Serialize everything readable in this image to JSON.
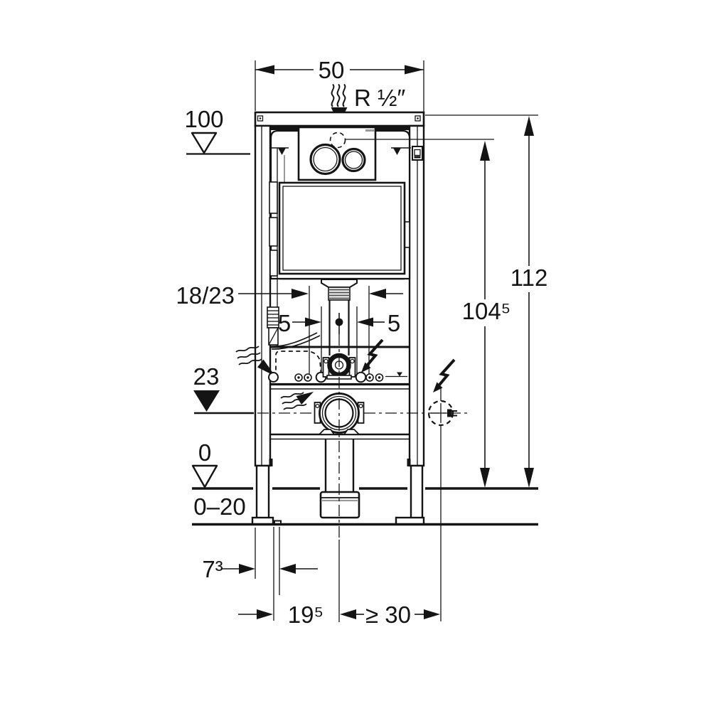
{
  "diagram": {
    "dimensions": {
      "frame_width": "50",
      "water_supply": "R ½″",
      "total_height": "112",
      "actuation_height": "104⁵",
      "flush_pipe_offset": "18/23",
      "offset_left": "5",
      "offset_right": "5",
      "frame_depth": "7³",
      "outlet_setback": "19⁵",
      "socket_clearance": "≥ 30"
    },
    "levels": {
      "actuator_plate": "100",
      "outlet_centre": "23",
      "finished_floor": "0",
      "floor_buildup": "0–20"
    },
    "colors": {
      "line": "#141414",
      "background": "#ffffff",
      "muted": "#9a9a9a"
    },
    "symbols": [
      "water-supply-squiggle-icon",
      "down-arrow-icon",
      "level-triangle-open-icon",
      "level-triangle-filled-icon",
      "lightning-bolt-icon",
      "power-connection-dashed-circle-icon",
      "actuator-buttons-icon",
      "water-level-icon",
      "drain-bend-icon"
    ]
  }
}
